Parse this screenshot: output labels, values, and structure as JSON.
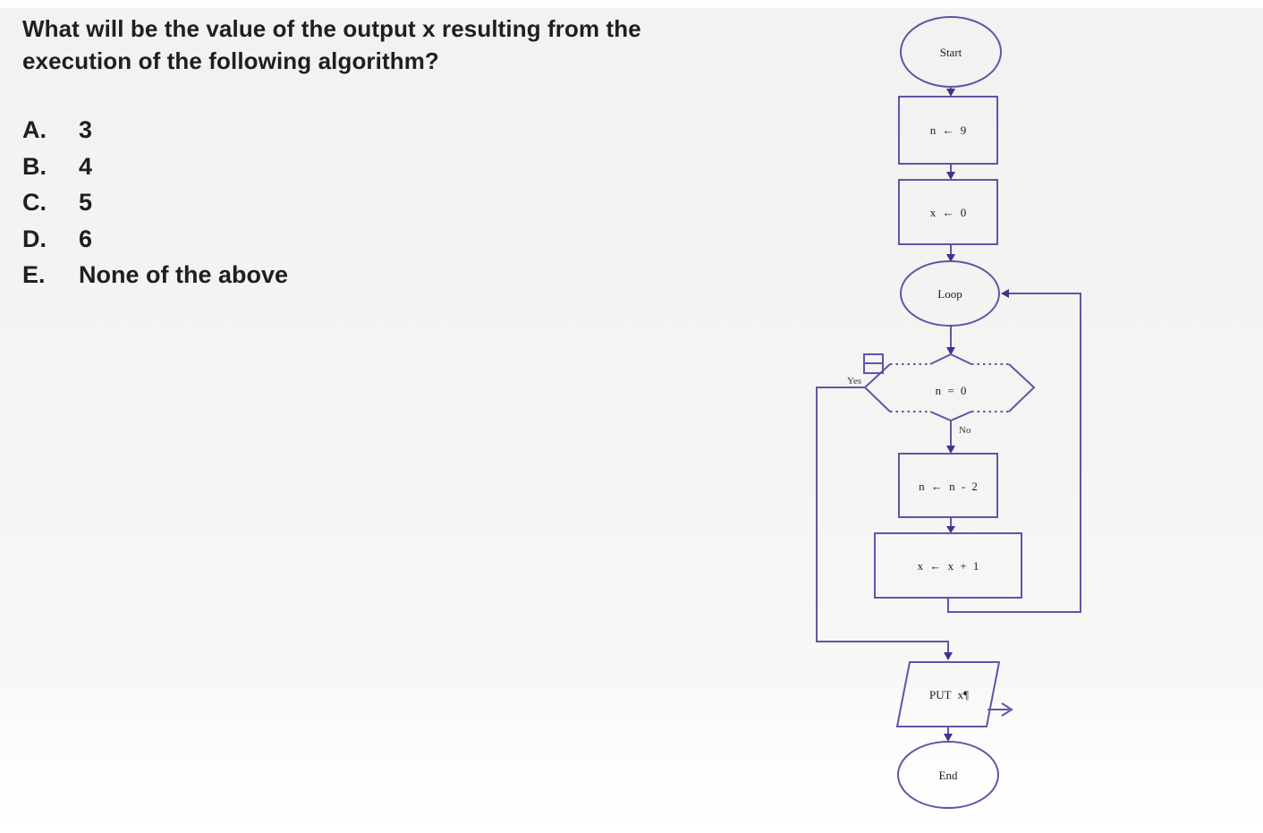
{
  "question": {
    "lines": [
      "What will be the value of the output x resulting from the",
      "execution of the following algorithm?"
    ],
    "options": [
      {
        "letter": "A.",
        "text": "3"
      },
      {
        "letter": "B.",
        "text": "4"
      },
      {
        "letter": "C.",
        "text": "5"
      },
      {
        "letter": "D.",
        "text": "6"
      },
      {
        "letter": "E.",
        "text": "None of the above"
      }
    ]
  },
  "flowchart": {
    "nodes": {
      "start": "Start",
      "assign_n": "n ← 9",
      "assign_x": "x ← 0",
      "loop": "Loop",
      "decision": "n = 0",
      "decrement": "n ← n - 2",
      "increment": "x ← x + 1",
      "output": "PUT x¶",
      "end": "End"
    },
    "edge_labels": {
      "yes": "Yes",
      "no": "No"
    },
    "colors": {
      "line": "#5c57a8",
      "arrow": "#3d358f",
      "text": "#1c1c1c"
    }
  }
}
